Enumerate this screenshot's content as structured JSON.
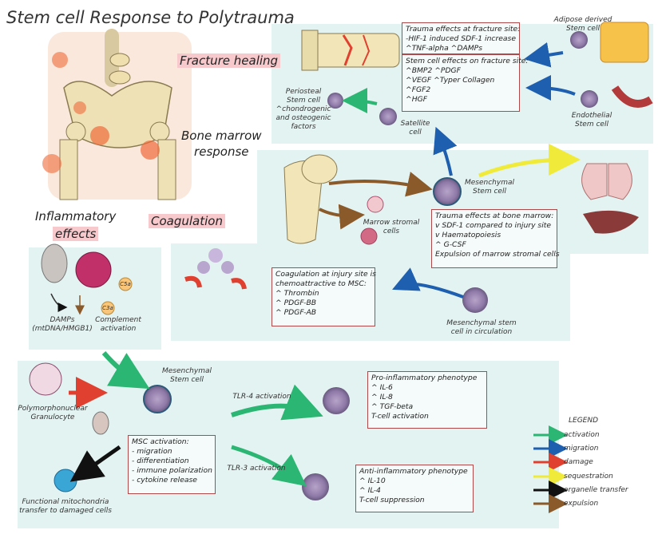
{
  "title": "Stem cell Response to Polytrauma",
  "sections": {
    "fracture_healing": "Fracture healing",
    "bone_marrow": "Bone marrow",
    "bone_marrow_2": "response",
    "inflammatory": "Inflammatory",
    "inflammatory_2": "effects",
    "coagulation": "Coagulation"
  },
  "boxes": {
    "trauma_fracture": {
      "heading": "Trauma effects at fracture site:",
      "lines": [
        "-HIF-1 induced SDF-1 increase",
        "^TNF-alpha    ^DAMPs"
      ]
    },
    "stem_fracture": {
      "heading": "Stem cell effects on fracture site:",
      "lines": [
        "^BMP2     ^PDGF",
        "^VEGF     ^Typer Collagen",
        "^FGF2",
        "^HGF"
      ]
    },
    "trauma_marrow": {
      "heading": "Trauma effects at bone marrow:",
      "lines": [
        "v SDF-1 compared to injury site",
        "v Haematopoiesis",
        "^ G-CSF",
        "Expulsion of marrow stromal cells"
      ]
    },
    "coag_box": {
      "heading": "Coagulation at injury site is",
      "lines": [
        "chemoattractive to MSC:",
        "^ Thrombin",
        "^ PDGF-BB",
        "^ PDGF-AB"
      ]
    },
    "pro_inflam": {
      "heading": "Pro-inflammatory phenotype",
      "lines": [
        "^ IL-6",
        "^ IL-8",
        "^ TGF-beta",
        "T-cell activation"
      ]
    },
    "anti_inflam": {
      "heading": "Anti-inflammatory phenotype",
      "lines": [
        "^ IL-10",
        "^ IL-4",
        "T-cell suppression"
      ]
    },
    "msc_activation": {
      "heading": "MSC activation:",
      "lines": [
        "- migration",
        "- differentiation",
        "- immune polarization",
        "- cytokine release"
      ]
    }
  },
  "labels": {
    "adipose": [
      "Adipose derived",
      "Stem cell"
    ],
    "endothelial": [
      "Endothelial",
      "Stem cell"
    ],
    "periosteal": [
      "Periosteal",
      "Stem cell",
      "^chondrogenic",
      "and osteogenic",
      "factors"
    ],
    "satellite": [
      "Satellite",
      "cell"
    ],
    "mesenchymal_top": [
      "Mesenchymal",
      "Stem cell"
    ],
    "marrow_stromal": [
      "Marrow stromal",
      "cells"
    ],
    "msc_circulation": [
      "Mesenchymal stem",
      "cell in circulation"
    ],
    "damps": [
      "DAMPs",
      "(mtDNA/HMGB1)"
    ],
    "complement": [
      "Complement",
      "activation"
    ],
    "c5a": "C5a",
    "c3a": "C3a",
    "granulocyte": [
      "Polymorphonuclear",
      "Granulocyte"
    ],
    "msc_bottom": [
      "Mesenchymal",
      "Stem cell"
    ],
    "tlr4": "TLR-4 activation",
    "tlr3": "TLR-3 activation",
    "mito_transfer": [
      "Functional mitochondria",
      "transfer to damaged cells"
    ]
  },
  "legend": {
    "title": "LEGEND",
    "items": [
      {
        "label": "activation",
        "color": "#2bb673"
      },
      {
        "label": "migration",
        "color": "#1f5fb0"
      },
      {
        "label": "damage",
        "color": "#e0402f"
      },
      {
        "label": "sequestration",
        "color": "#f0ea3a"
      },
      {
        "label": "organelle transfer",
        "color": "#111111"
      },
      {
        "label": "expulsion",
        "color": "#8a5a2b"
      }
    ]
  }
}
